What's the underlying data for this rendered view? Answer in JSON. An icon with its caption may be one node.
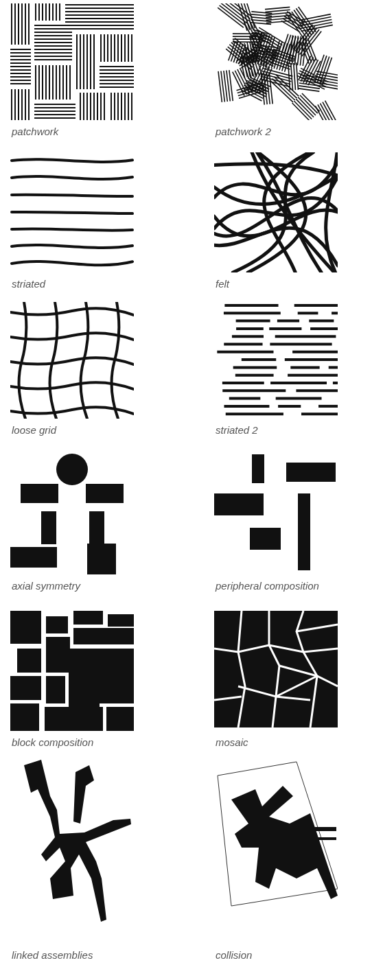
{
  "diagram": {
    "labels": [
      "patchwork",
      "patchwork 2",
      "striated",
      "felt",
      "loose grid",
      "striated 2",
      "axial symmetry",
      "peripheral composition",
      "block composition",
      "mosaic",
      "linked assemblies",
      "collision"
    ]
  }
}
